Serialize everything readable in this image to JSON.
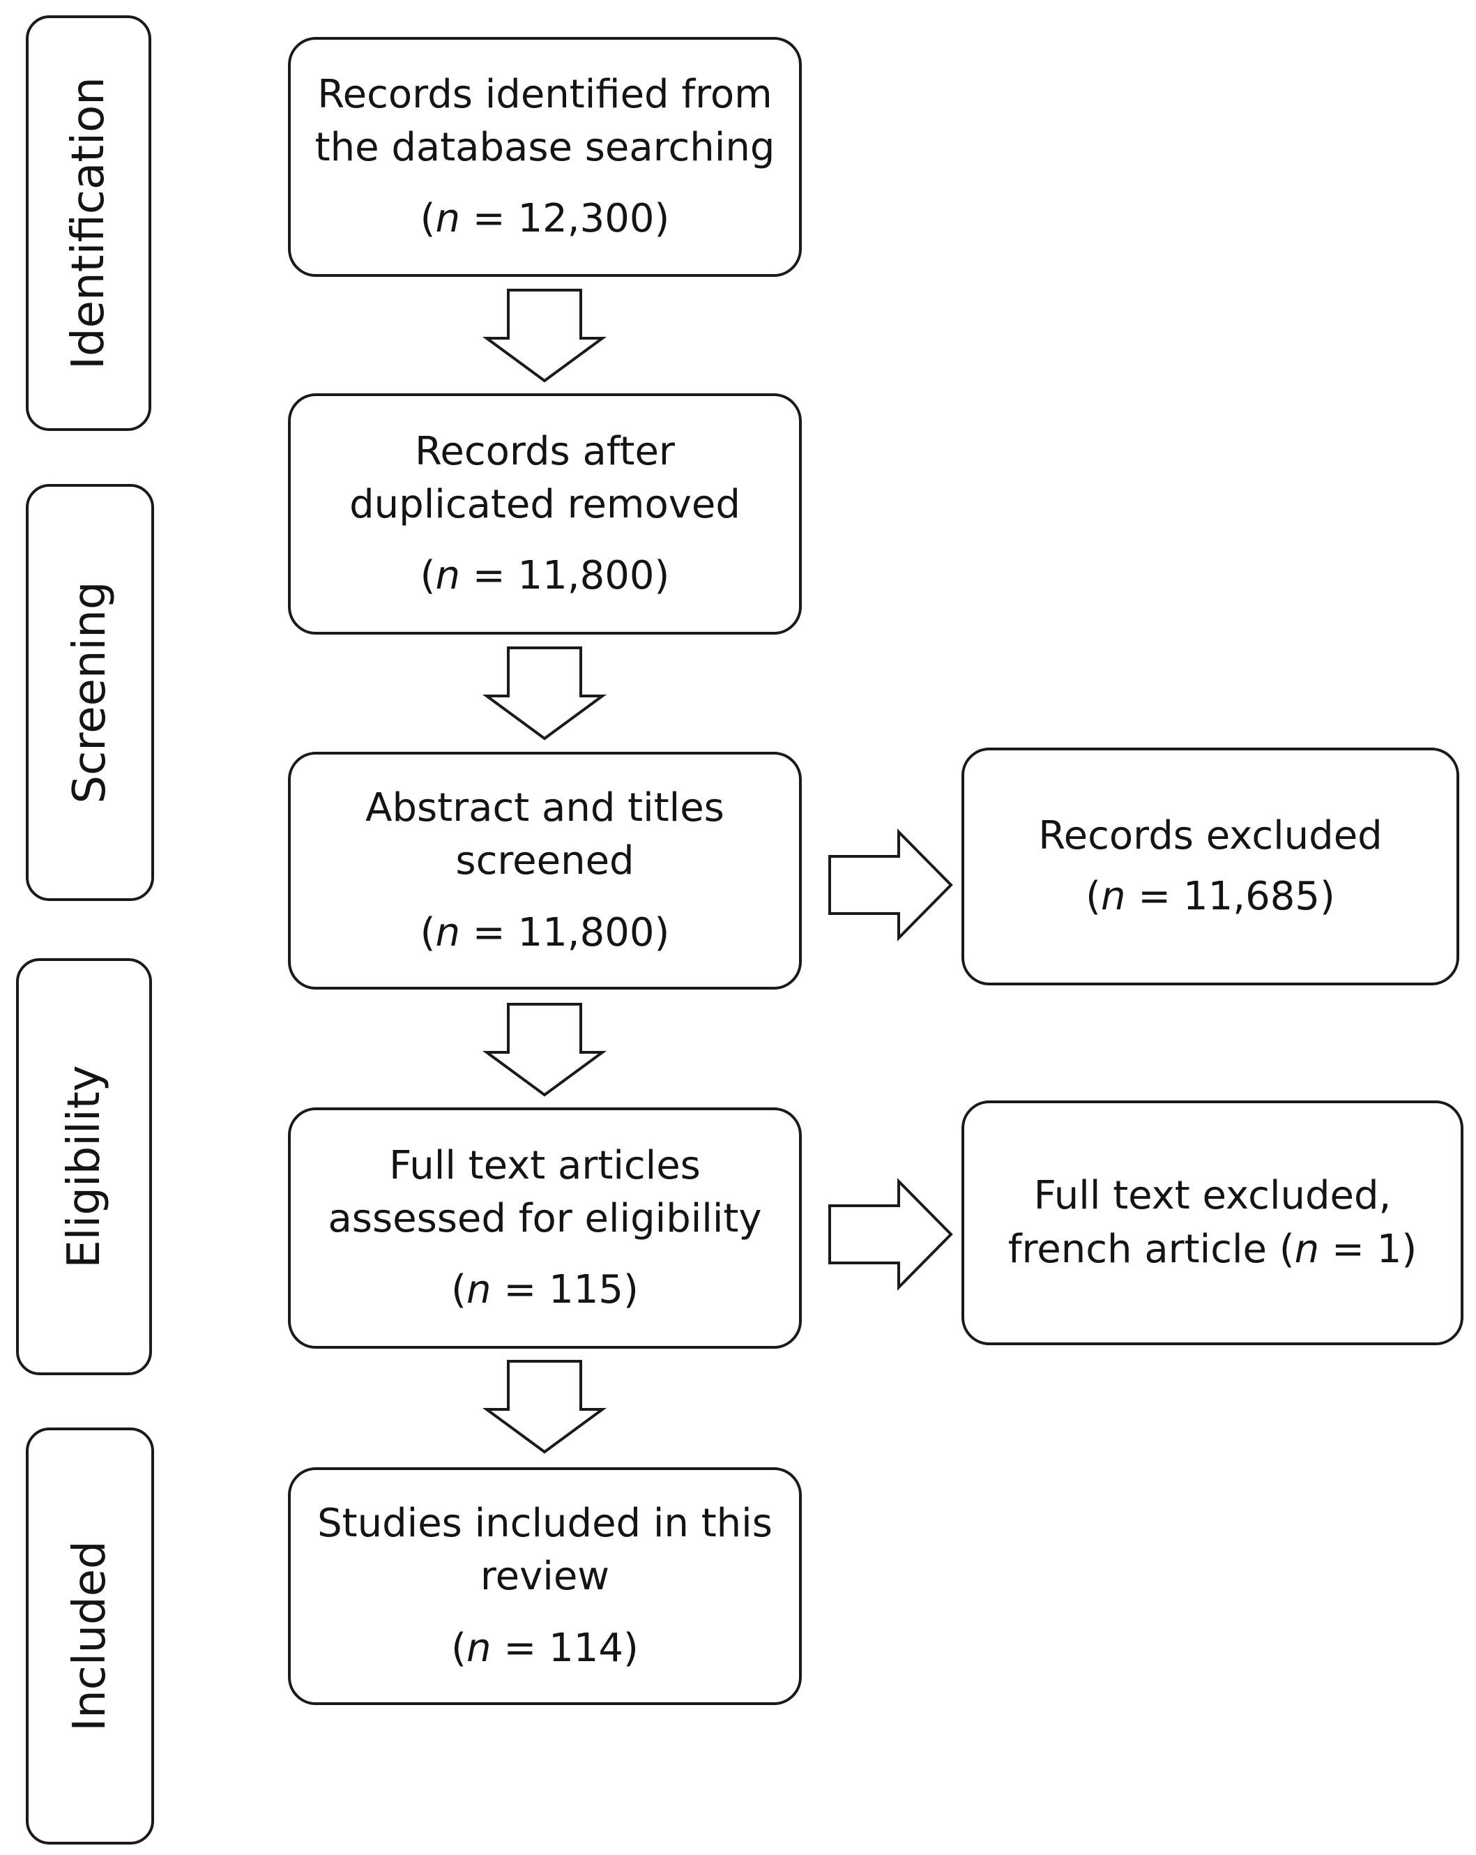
{
  "stages": [
    {
      "label": "Identification"
    },
    {
      "label": "Screening"
    },
    {
      "label": "Eligibility"
    },
    {
      "label": "Included"
    }
  ],
  "boxes": {
    "identified": {
      "lines": [
        "Records identified from",
        "the database searching"
      ],
      "n": "12,300"
    },
    "deduplicated": {
      "lines": [
        "Records after",
        "duplicated removed"
      ],
      "n": "11,800"
    },
    "screened": {
      "lines": [
        "Abstract and titles",
        "screened"
      ],
      "n": "11,800"
    },
    "fulltext": {
      "lines": [
        "Full text articles",
        "assessed for eligibility"
      ],
      "n": "115"
    },
    "included": {
      "lines": [
        "Studies included in this",
        "review"
      ],
      "n": "114"
    },
    "excluded_records": {
      "lines": [
        "Records excluded"
      ],
      "n": "11,685"
    },
    "excluded_fulltext": {
      "lines": [
        "Full text excluded,",
        "french article"
      ],
      "n": "1"
    }
  },
  "count_format": {
    "open": "(",
    "variable": "n",
    "equals": " = ",
    "close": ")"
  }
}
